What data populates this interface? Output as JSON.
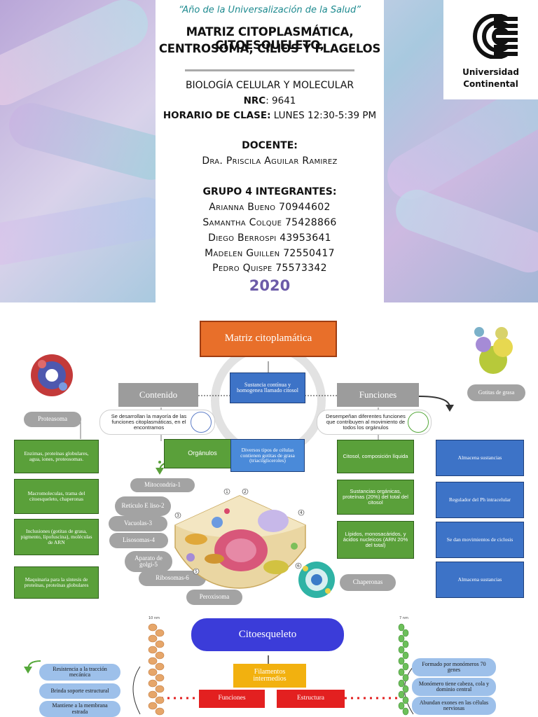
{
  "cover": {
    "motto": "“Año de la Universalización de la Salud”",
    "title_line1": "MATRIZ CITOPLASMÁTICA, CITOESQUELETO,",
    "title_line2": "CENTROSOMA, CILIOS Y FLAGELOS",
    "subject": "BIOLOGÍA CELULAR Y MOLECULAR",
    "nrc_label": "NRC",
    "nrc_value": ": 9641",
    "horario_label": "HORARIO DE CLASE:",
    "horario_value": " LUNES 12:30-5:39 PM",
    "docente_heading": "DOCENTE:",
    "docente_name": "Dra. Priscila Aguilar Ramirez",
    "group_heading": "GRUPO 4 INTEGRANTES:",
    "members": [
      "Arianna Bueno 70944602",
      "Samantha Colque 75428866",
      "Diego Berrospi 43953641",
      "Madelen Guillen 72550417",
      "Pedro Quispe 75573342"
    ],
    "year": "2020"
  },
  "logo": {
    "line1": "Universidad",
    "line2": "Continental"
  },
  "map": {
    "title": "Matriz citoplamática",
    "center_definition": "Sustancia contínua y homogenea llamado citosol",
    "contenido": "Contenido",
    "funciones": "Funciones",
    "contenido_note": "Se desarrollan la mayoría de las funciones citoplasmáticas, en el encontramos",
    "funciones_note": "Desempeñan diferentes funciones que contribuyen al movimiento de todos los orgánulos",
    "proteasoma": "Proteasoma",
    "gotitas_grasa": "Gotitas de grasa",
    "green_left": [
      "Enzimas, proteínas globulares, agua, iones, proteosomas.",
      "Macromoleculas, trama del citoesqueleto, chaperonas",
      "Inclusiones (gotitas de grasa, pigmento, lipofuscina), moléculas de ARN",
      "Maquinaria para la síntesis de proteínas, proteínas globulares"
    ],
    "organulos": "Orgánulos",
    "diversos": "Diversos tipos de células contienen gotitas de grasa (triacilgliceroles)",
    "organelles": [
      "Mitocondria-1",
      "Retículo E liso-2",
      "Vacuolas-3",
      "Lisosomas-4",
      "Aparato de golgi-5",
      "Ribosomas-6",
      "Peroxisoma"
    ],
    "chaperonas": "Chaperonas",
    "green_right": [
      "Citosol, composición líquida",
      "Sustancias orgánicas, proteínas (20%) del total del citosol",
      "Lípidos, monosacáridos, y ácidos nucleicos (ARN 20% del total)"
    ],
    "blue_right": [
      "Almacena sustancias",
      "Regulador del Ph intracelular",
      "Se dan movimientos de ciclosis",
      "Almacena sustancias"
    ],
    "citoesqueleto": "Citoesqueleto",
    "filamentos": "Filamentos intermedios",
    "cito_funciones": "Funciones",
    "cito_estructura": "Estructura",
    "cito_left": [
      "Resistencia a la tracción mecánica",
      "Brinda soporte estructural",
      "Mantiene a la membrana estrada"
    ],
    "cito_right": [
      "Formado por monómeros 70 genes",
      "Monómero tiene cabeza, cola y dominio central",
      "Abundan exones en las células nerviosas"
    ],
    "scale_left": "10 nm",
    "scale_right": "7 nm",
    "cell_numbers": [
      "1",
      "2",
      "3",
      "4",
      "5",
      "6"
    ]
  }
}
